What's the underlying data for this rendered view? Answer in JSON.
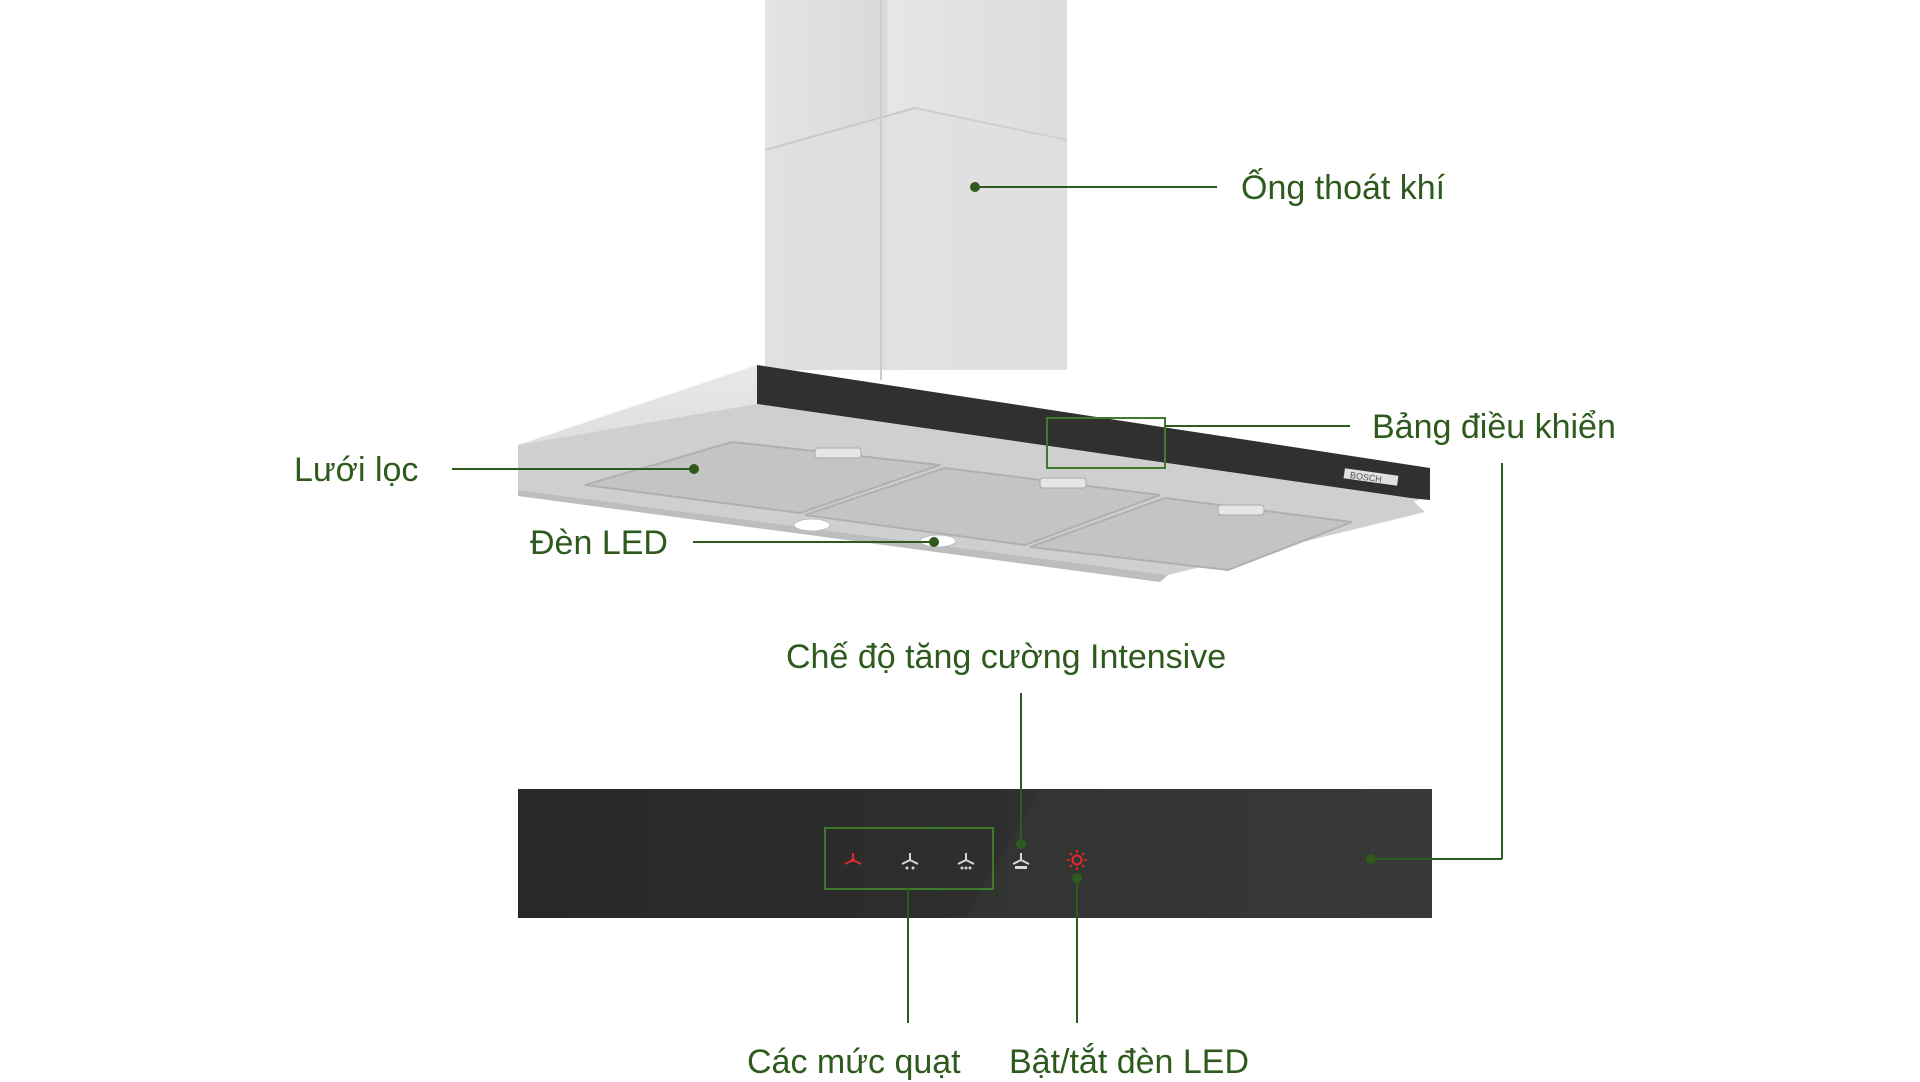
{
  "colors": {
    "label_text": "#2e5a1e",
    "leader_line": "#2e5a1e",
    "duct_face": "#dedede",
    "hood_steel": "#d6d6d6",
    "glass_panel": "#2f302f",
    "fan_icon_active": "#e02a2a",
    "fan_icon_idle": "#d8d8d8",
    "light_icon": "#e02a2a"
  },
  "icons": {
    "fan_level_1": "fan-icon",
    "fan_level_2": "fan-icon",
    "fan_level_3": "fan-icon",
    "intensive": "fan-intensive-icon",
    "light": "light-icon"
  },
  "brand_text": "BOSCH",
  "labels": {
    "duct": "Ống thoát khí",
    "control_panel": "Bảng điều khiển",
    "filter": "Lưới lọc",
    "led": "Đèn LED",
    "intensive": "Chế độ tăng cường Intensive",
    "fan_levels": "Các mức quạt",
    "led_toggle": "Bật/tắt đèn LED"
  }
}
